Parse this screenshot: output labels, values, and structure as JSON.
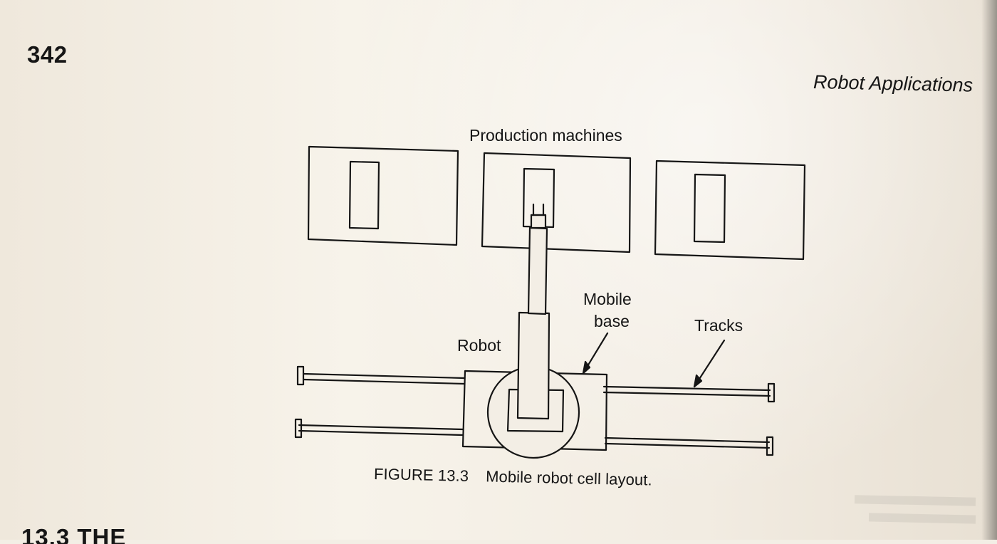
{
  "page": {
    "number": "342",
    "running_head": "Robot Applications",
    "bottom_heading_fragment": "13.3 THE"
  },
  "figure": {
    "labels": {
      "production_machines": "Production machines",
      "mobile_base_line1": "Mobile",
      "mobile_base_line2": "base",
      "tracks": "Tracks",
      "robot": "Robot"
    },
    "caption": {
      "number": "FIGURE 13.3",
      "title": "Mobile robot cell layout."
    }
  },
  "colors": {
    "ink": "#161616",
    "paper": "#f3eee5"
  }
}
